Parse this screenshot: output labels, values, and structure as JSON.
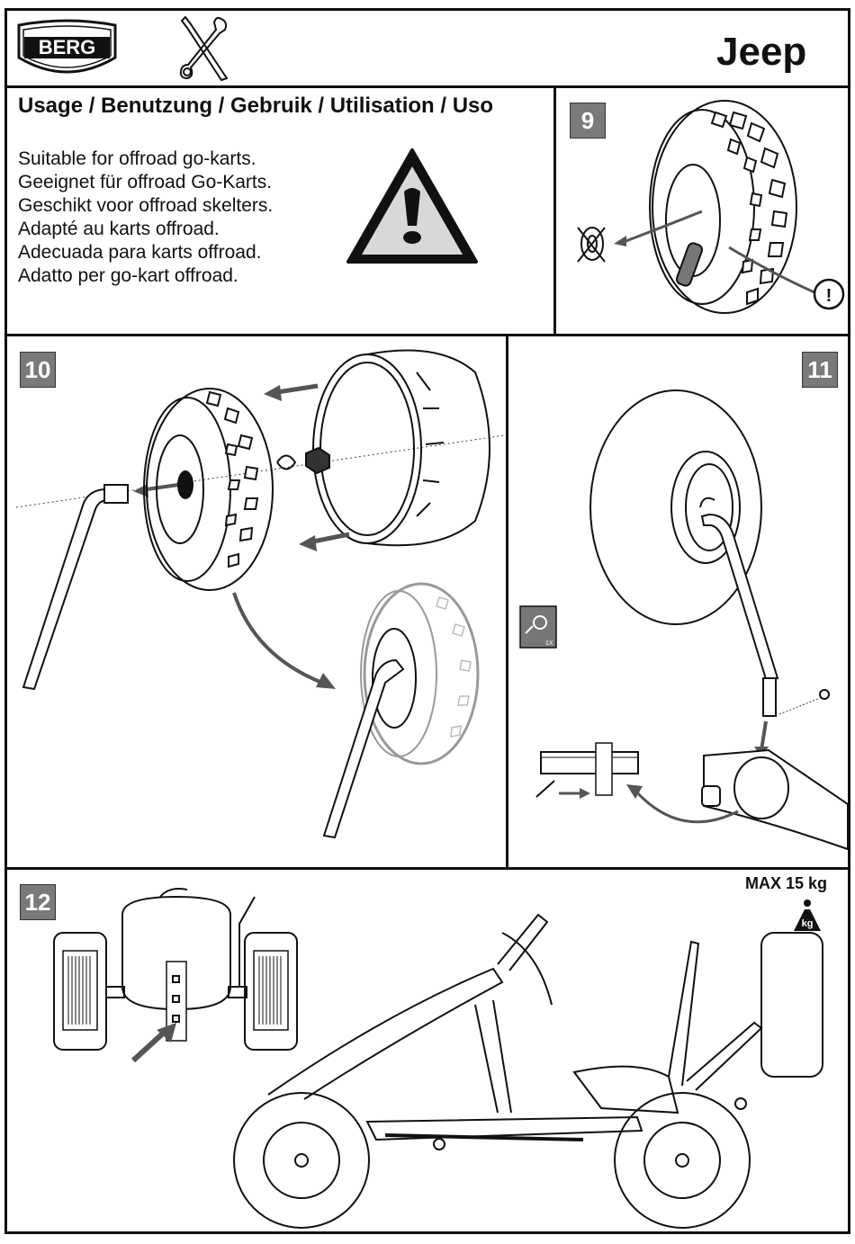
{
  "header": {
    "brand_logo_text": "BERG",
    "jeep_logo_text": "Jeep",
    "tools_icon": "wrench-screwdriver-icon"
  },
  "usage": {
    "title": "Usage / Benutzung / Gebruik / Utilisation / Uso",
    "lines": [
      "Suitable for offroad go-karts.",
      "Geeignet für offroad Go-Karts.",
      "Geschikt voor offroad skelters.",
      "Adapté au karts offroad.",
      "Adecuada para karts offroad.",
      "Adatto per go-kart offroad."
    ],
    "warning_icon": "warning-triangle-icon"
  },
  "steps": {
    "step9": "9",
    "step10": "10",
    "step11": "11",
    "step12": "12"
  },
  "step11": {
    "part_qty": "1X"
  },
  "step12": {
    "max_load": "MAX 15 kg",
    "weight_label": "kg"
  },
  "colors": {
    "step_badge": "#7a7a7a",
    "line": "#111111",
    "arrow": "#555555"
  }
}
